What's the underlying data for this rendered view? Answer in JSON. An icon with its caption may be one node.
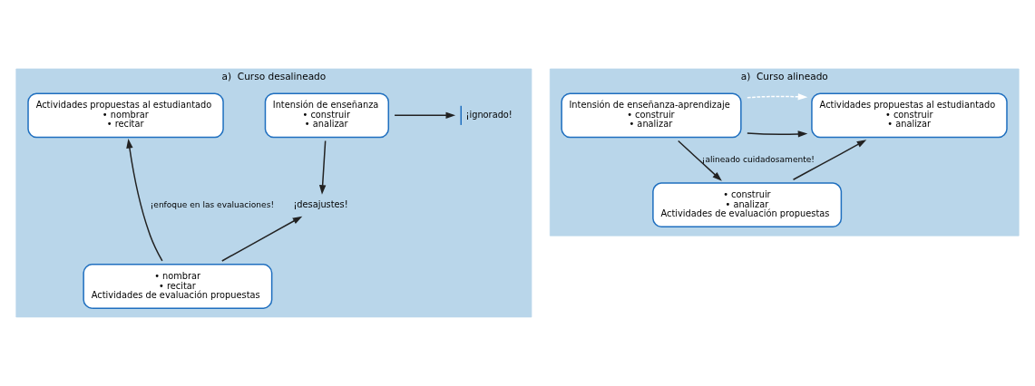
{
  "diagram": {
    "nodes": [
      {
        "text": [
          "a)  Curso desalineado"
        ]
      },
      {
        "text": [
          "Intensión de enseñanza",
          "• construir",
          "• analizar"
        ],
        "in": 0
      },
      {
        "text": [
          "¡ignorado!"
        ],
        "in": 0
      },
      {
        "text": [
          "Actividades propuestas al estudiantado",
          "• nombrar",
          "• recitar"
        ],
        "in": 0
      },
      {
        "text": [
          "¡desajustes!"
        ],
        "in": 0
      },
      {
        "text": [
          "• nombrar",
          "• recitar",
          "Actividades de evaluación propuestas"
        ],
        "in": 0
      },
      {
        "text": [
          "a)  Curso alineado"
        ]
      },
      {
        "text": [
          "Intensión de enseñanza-aprendizaje",
          "• construir",
          "• analizar"
        ],
        "in": 6
      },
      {
        "text": [
          "Actividades propuestas al estudiantado",
          "• construir",
          "• analizar"
        ],
        "in": 6
      },
      {
        "text": [
          "• construir",
          "• analizar",
          "Actividades de evaluación propuestas"
        ],
        "in": 6
      }
    ],
    "edges": [
      {
        "from": 1,
        "to": 2,
        "arrow": "to"
      },
      {
        "from": 1,
        "to": 4,
        "arrow": "to"
      },
      {
        "from": 5,
        "to": 4,
        "arrow": "to"
      },
      {
        "from": 5,
        "to": 3,
        "arrow": "to",
        "label": "¡enfoque en las evaluaciones!"
      },
      {
        "from": 7,
        "to": 8,
        "arrow": "to"
      },
      {
        "from": 7,
        "to": 9,
        "arrow": "to",
        "label": "¡alineado cuidadosamente!"
      },
      {
        "from": 9,
        "to": 8,
        "arrow": "to"
      },
      {
        "from": 7,
        "to": 8,
        "arrow": "to",
        "style": "dashed",
        "color": "#ffffff"
      }
    ]
  }
}
